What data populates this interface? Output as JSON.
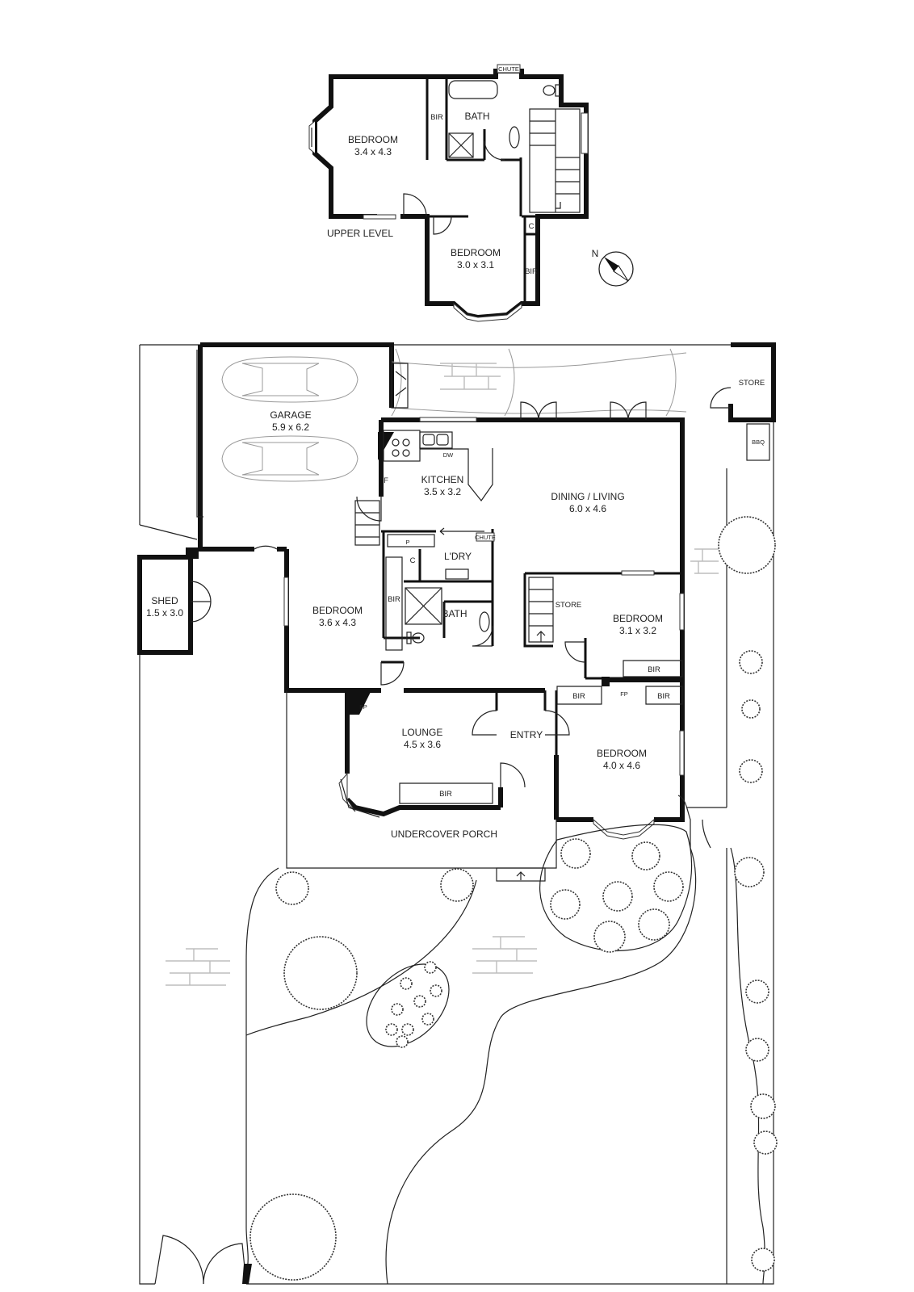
{
  "upper_level": {
    "title": "UPPER LEVEL",
    "bedroom_1": {
      "name": "BEDROOM",
      "size": "3.4 x 4.3"
    },
    "bedroom_2": {
      "name": "BEDROOM",
      "size": "3.0 x 3.1"
    },
    "bath": "BATH",
    "bir_1": "BIR",
    "bir_2": "BIR",
    "cupboard": "C",
    "chute": "CHUTE"
  },
  "compass": {
    "north_label": "N"
  },
  "ground_level": {
    "garage": {
      "name": "GARAGE",
      "size": "5.9 x 6.2"
    },
    "store_outside": "STORE",
    "bbq": "BBQ",
    "kitchen": {
      "name": "KITCHEN",
      "size": "3.5 x 3.2"
    },
    "dishwasher": "DW",
    "fridge": "F",
    "pantry": "P",
    "chute": "CHUTE",
    "dining_living": {
      "name": "DINING / LIVING",
      "size": "6.0 x 4.6"
    },
    "laundry": "L'DRY",
    "laundry_cupboard": "C",
    "shed": {
      "name": "SHED",
      "size": "1.5 x 3.0"
    },
    "bedroom_west": {
      "name": "BEDROOM",
      "size": "3.6 x 4.3"
    },
    "bir_west": "BIR",
    "bath": "BATH",
    "store_stairs": "STORE",
    "bedroom_east": {
      "name": "BEDROOM",
      "size": "3.1 x 3.2"
    },
    "bir_east": "BIR",
    "lounge": {
      "name": "LOUNGE",
      "size": "4.5 x 3.6"
    },
    "lounge_fireplace": "FP",
    "lounge_bir": "BIR",
    "entry": "ENTRY",
    "bedroom_main": {
      "name": "BEDROOM",
      "size": "4.0 x 4.6"
    },
    "bir_main_left": "BIR",
    "bir_main_right": "BIR",
    "main_fireplace": "FP",
    "porch": "UNDERCOVER PORCH"
  }
}
